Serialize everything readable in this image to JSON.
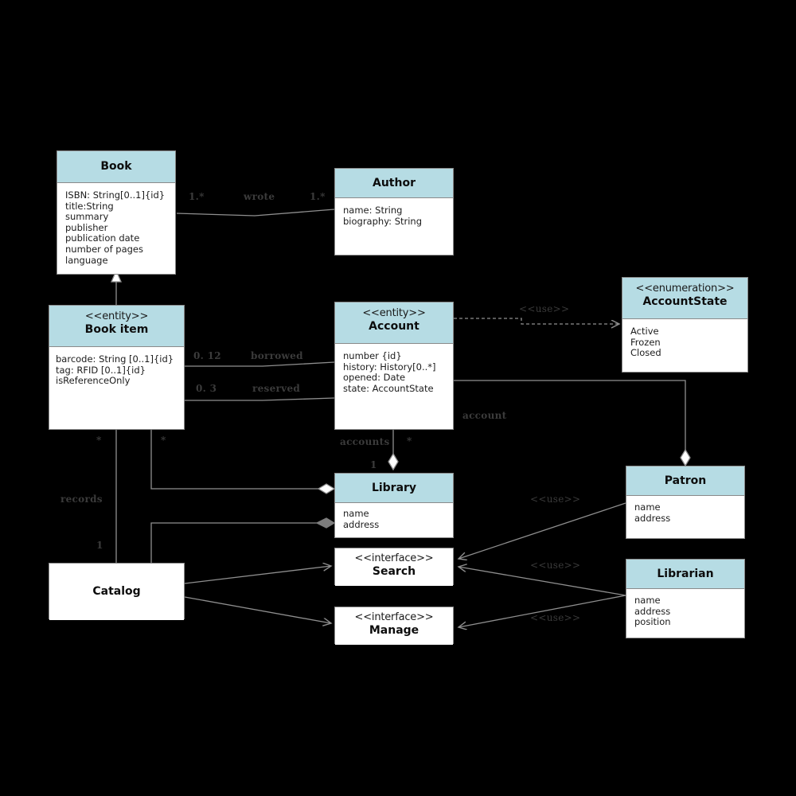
{
  "diagram": {
    "title": "Library Management UML Class Diagram",
    "background_color": "#000000",
    "class_header_color": "#b6dce4",
    "class_body_color": "#ffffff",
    "border_color": "#8a8a8a",
    "edge_color": "#8f8f8f",
    "label_color": "#3b3b3b"
  },
  "classes": {
    "book": {
      "name": "Book",
      "stereotype": "",
      "attributes": [
        "ISBN: String[0..1]{id}",
        "title:String",
        "summary",
        "publisher",
        "publication date",
        "number of pages",
        "language"
      ]
    },
    "author": {
      "name": "Author",
      "stereotype": "",
      "attributes": [
        "name: String",
        "biography: String"
      ]
    },
    "book_item": {
      "name": "Book item",
      "stereotype": "<<entity>>",
      "attributes": [
        "barcode: String [0..1]{id}",
        "tag: RFID [0..1]{id}",
        "isReferenceOnly"
      ]
    },
    "account": {
      "name": "Account",
      "stereotype": "<<entity>>",
      "attributes": [
        "number {id}",
        "history: History[0..*]",
        "opened: Date",
        "state: AccountState"
      ]
    },
    "account_state": {
      "name": "AccountState",
      "stereotype": "<<enumeration>>",
      "attributes": [
        "Active",
        "Frozen",
        "Closed"
      ]
    },
    "library": {
      "name": "Library",
      "stereotype": "",
      "attributes": [
        "name",
        "address"
      ]
    },
    "patron": {
      "name": "Patron",
      "stereotype": "",
      "attributes": [
        "name",
        "address"
      ]
    },
    "librarian": {
      "name": "Librarian",
      "stereotype": "",
      "attributes": [
        "name",
        "address",
        "position"
      ]
    },
    "catalog": {
      "name": "Catalog",
      "stereotype": "",
      "attributes": []
    },
    "search": {
      "name": "Search",
      "stereotype": "<<interface>>",
      "attributes": []
    },
    "manage": {
      "name": "Manage",
      "stereotype": "<<interface>>",
      "attributes": []
    }
  },
  "edge_labels": {
    "book_mult": "1.*",
    "wrote": "wrote",
    "author_mult": "1.*",
    "borrowed_mult": "0. 12",
    "borrowed": "borrowed",
    "reserved_mult": "0. 3",
    "reserved": "reserved",
    "use_accountstate": "<<use>>",
    "account": "account",
    "accounts": "accounts",
    "accounts_mult": "*",
    "library_mult": "1",
    "catalog_star_left": "*",
    "catalog_star_right": "*",
    "records": "records",
    "records_one": "1",
    "use_patron_search": "<<use>>",
    "use_librarian_search": "<<use>>",
    "use_librarian_manage": "<<use>>"
  }
}
